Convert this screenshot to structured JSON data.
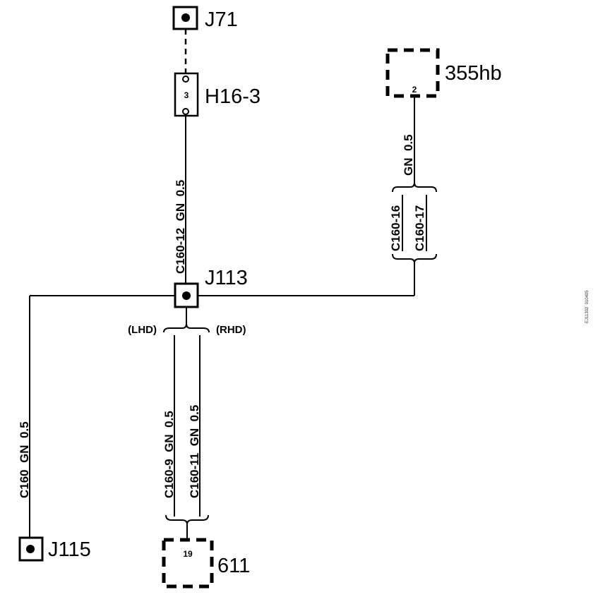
{
  "connectors": {
    "j71": "J71",
    "h16": "H16-3",
    "h16_pin": "3",
    "c355": "355hb",
    "c355_pin": "2",
    "j113": "J113",
    "j115": "J115",
    "c611": "611",
    "c611_pin": "19"
  },
  "wires": {
    "h16_to_j113": "C160-12  GN  0.5",
    "c355_gauge": "GN  0.5",
    "c355_circuit_a": "C160-16",
    "c355_circuit_b": "C160-17",
    "to_j115": "C160  GN  0.5",
    "lhd_wire": "C160-9  GN  0.5",
    "rhd_wire": "C160-11  GN  0.5"
  },
  "variants": {
    "lhd": "(LHD)",
    "rhd": "(RHD)"
  },
  "figure_code": "EJ11302  010405"
}
